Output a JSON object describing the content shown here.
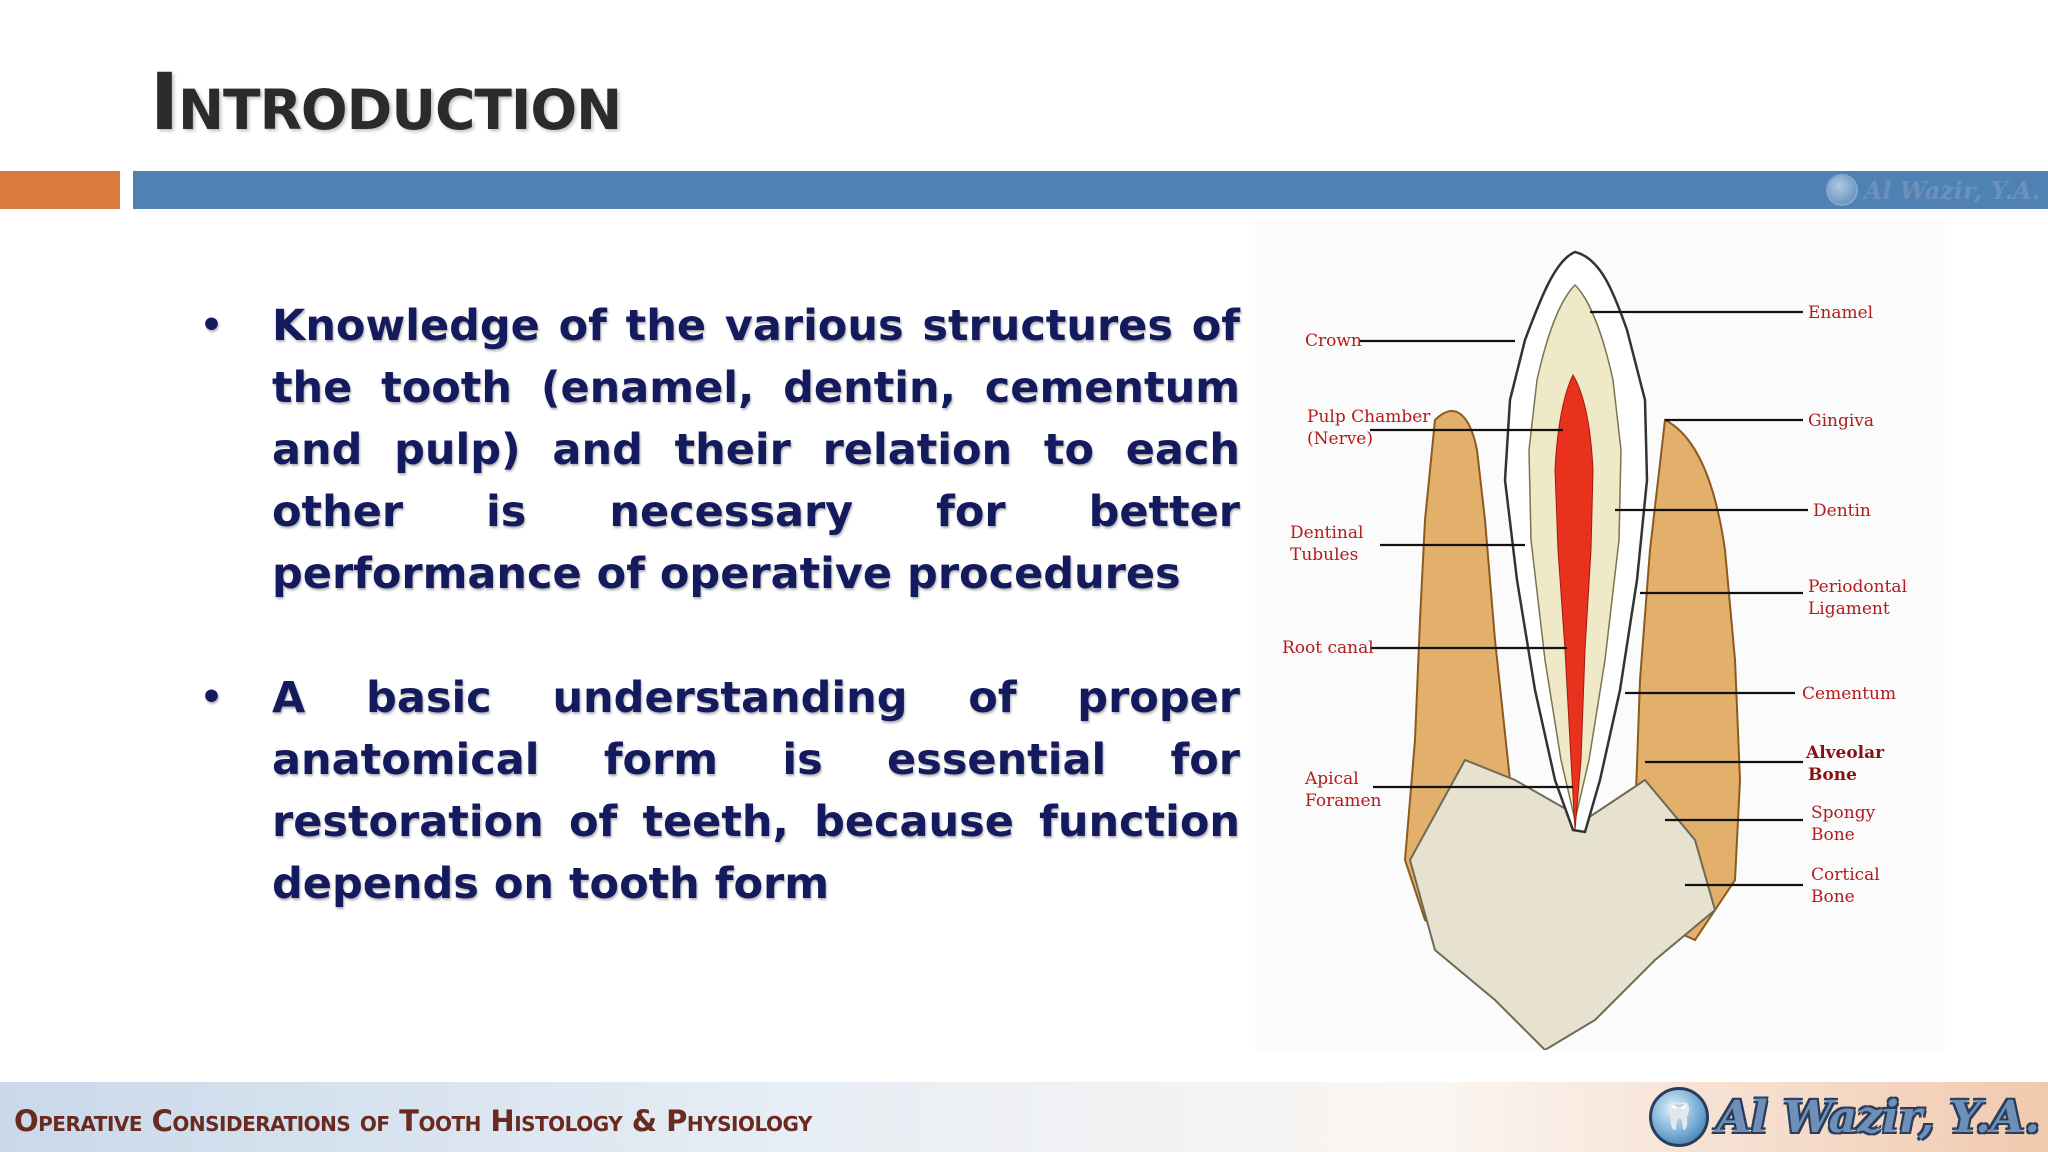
{
  "slide": {
    "title": "Introduction",
    "bullets": [
      "Knowledge of the various structures of the tooth (enamel, dentin, cementum and pulp) and their relation to each other is necessary for better performance of operative procedures",
      "A basic understanding of proper anatomical form is essential for restoration of teeth, because function depends on tooth form"
    ],
    "bullet_glyph": "•"
  },
  "figure": {
    "labels": {
      "crown": "Crown",
      "pulp_chamber_1": "Pulp Chamber",
      "pulp_chamber_2": "(Nerve)",
      "dentinal_tubules_1": "Dentinal",
      "dentinal_tubules_2": "Tubules",
      "root_canal": "Root canal",
      "apical_foramen_1": "Apical",
      "apical_foramen_2": "Foramen",
      "enamel": "Enamel",
      "gingiva": "Gingiva",
      "dentin": "Dentin",
      "periodontal_1": "Periodontal",
      "periodontal_2": "Ligament",
      "cementum": "Cementum",
      "alveolar_1": "Alveolar",
      "alveolar_2": "Bone",
      "spongy_1": "Spongy",
      "spongy_2": "Bone",
      "cortical_1": "Cortical",
      "cortical_2": "Bone"
    },
    "colors": {
      "pulp": "#e8321e",
      "bone": "#e2b06a",
      "dentin": "#efe9c8",
      "enamel": "#ffffff"
    }
  },
  "watermark": {
    "text": "Al Wazir, Y.A."
  },
  "footer": {
    "text": "Operative Considerations of Tooth Histology & Physiology"
  }
}
